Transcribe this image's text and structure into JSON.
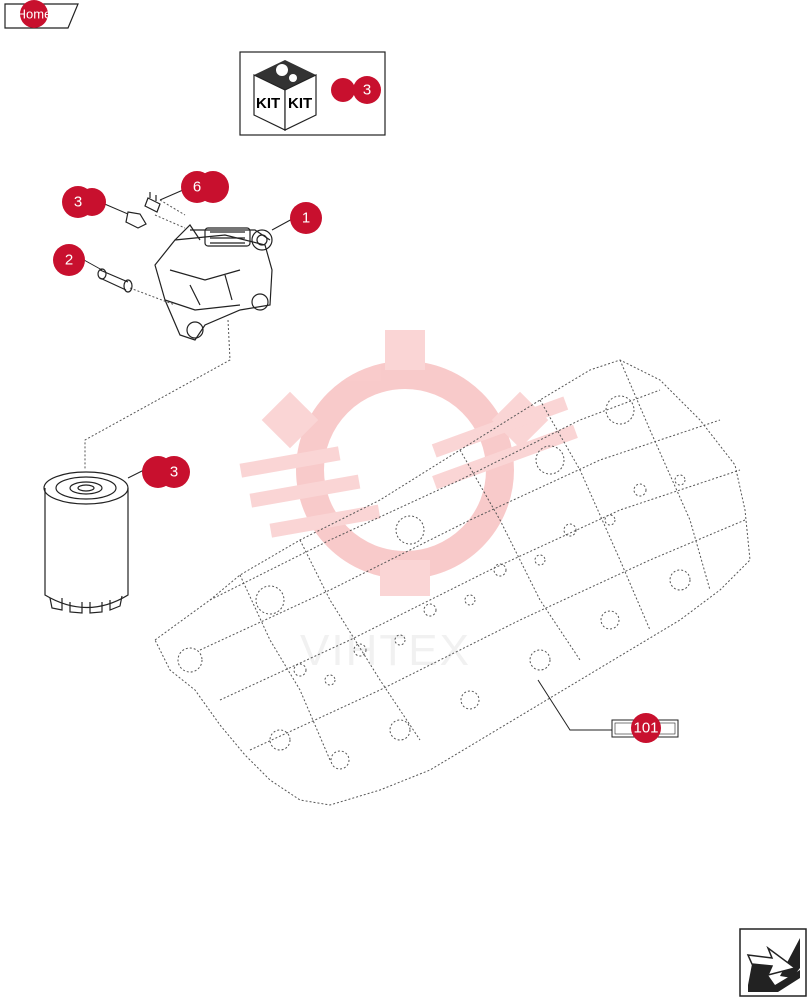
{
  "nav": {
    "home_label": "Home",
    "next_page_icon": "arrow-next-page-icon"
  },
  "kit_box": {
    "kit_label_left": "KIT",
    "kit_label_right": "KIT",
    "callout": "3"
  },
  "callouts": [
    {
      "id": "filter-head",
      "label": "1"
    },
    {
      "id": "bolt",
      "label": "2"
    },
    {
      "id": "adapter",
      "label": "3"
    },
    {
      "id": "plug",
      "label": "6"
    },
    {
      "id": "filter-cartridge",
      "label": "3"
    },
    {
      "id": "cylinder-head-ref",
      "label": "101"
    }
  ],
  "watermark": {
    "text": "VIHTEX",
    "color": "#f08080"
  },
  "colors": {
    "callout_fill": "#c8102e",
    "line": "#222222"
  }
}
